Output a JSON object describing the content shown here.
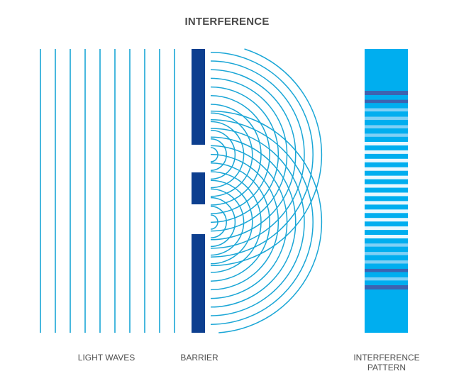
{
  "title": "INTERFERENCE",
  "labels": {
    "light_waves": "LIGHT WAVES",
    "barrier": "BARRIER",
    "pattern_line1": "INTERFERENCE",
    "pattern_line2": "PATTERN"
  },
  "colors": {
    "wave": "#1aa6d6",
    "barrier": "#0d3f8f",
    "screen": "#00aeef",
    "bright_band": "#e8f7fe",
    "mid_band": "#7fd0f5",
    "dark_band": "#3d63b0",
    "title": "#4a4a4a",
    "label": "#4f4f4f"
  },
  "diagram": {
    "plane_wave_count": 10,
    "slit_count": 2,
    "semicircle_waves_per_slit": 13,
    "pattern_band_count": 24
  }
}
